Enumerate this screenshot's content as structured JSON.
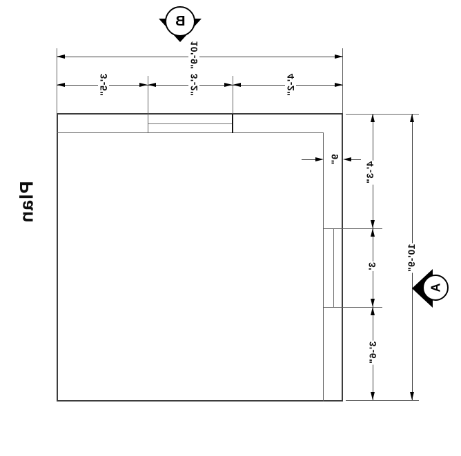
{
  "drawing": {
    "title": "Plan",
    "section_markers": {
      "b": "B",
      "a": "A"
    },
    "dimensions": {
      "top": {
        "overall": "10'-9\"",
        "seg1": "3'-5\"",
        "seg2": "3'-2\"",
        "seg3": "4'-2\""
      },
      "right": {
        "overall": "10'-9\"",
        "seg1": "4'-3\"",
        "seg2": "3'",
        "seg3": "3'-6\""
      },
      "wall_thickness": "9\""
    },
    "colors": {
      "line": "#3c3c3c",
      "dimension_line": "#3a3a3a",
      "arrow_fill": "#000000",
      "text": "#111111",
      "background": "#ffffff"
    }
  }
}
